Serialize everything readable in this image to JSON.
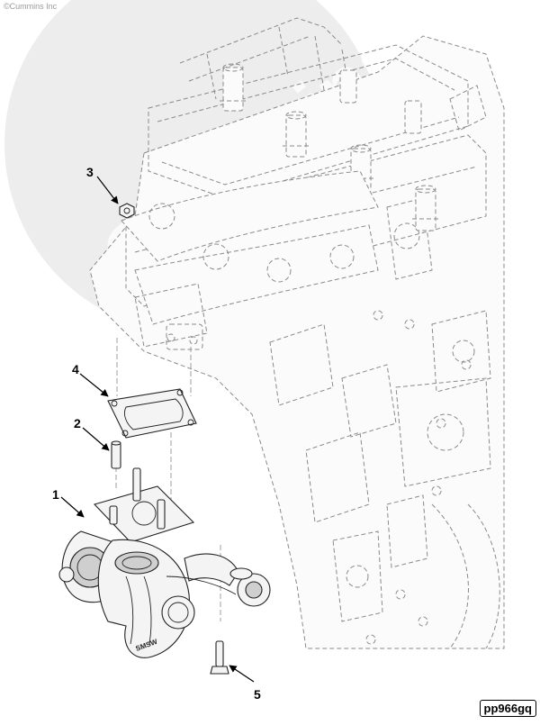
{
  "copyright": "©Cummins Inc",
  "watermark": "Cummins",
  "figure_id": "pp966gq",
  "callouts": [
    {
      "label": "1"
    },
    {
      "label": "2"
    },
    {
      "label": "3"
    },
    {
      "label": "4"
    },
    {
      "label": "5"
    }
  ],
  "turbo_stamp": "SMSW"
}
